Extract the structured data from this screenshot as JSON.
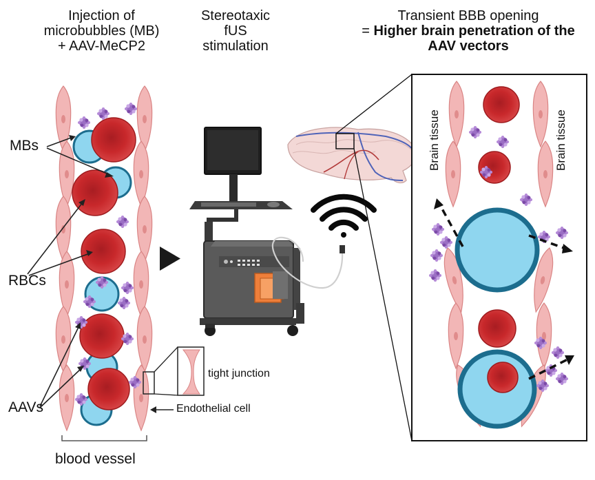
{
  "header": {
    "col1_line1": "Injection of",
    "col1_line2": "microbubbles (MB)",
    "col1_line3": "+ AAV-MeCP2",
    "col2_line1": "Stereotaxic",
    "col2_line2": "fUS",
    "col2_line3": "stimulation",
    "col3_line1": "Transient BBB opening",
    "col3_line2_prefix": "= ",
    "col3_line2_bold": "Higher brain penetration of the",
    "col3_line3_bold": "AAV vectors"
  },
  "labels": {
    "mbs": "MBs",
    "rbcs": "RBCs",
    "aavs": "AAVs",
    "blood_vessel": "blood vessel",
    "tight_junction": "tight junction",
    "endothelial_cell": "Endothelial cell",
    "brain_tissue_left": "Brain tissue",
    "brain_tissue_right": "Brain tissue"
  },
  "colors": {
    "endothelial": "#f2b6b6",
    "endothelial_stroke": "#d98484",
    "rbc": "#c8282b",
    "rbc_dark": "#9e1b1e",
    "microbubble": "#8fd6ef",
    "microbubble_stroke": "#1c6d8e",
    "aav": "#9b6fc4",
    "device_body": "#5a5a5a",
    "device_orange": "#ef7f3a"
  }
}
